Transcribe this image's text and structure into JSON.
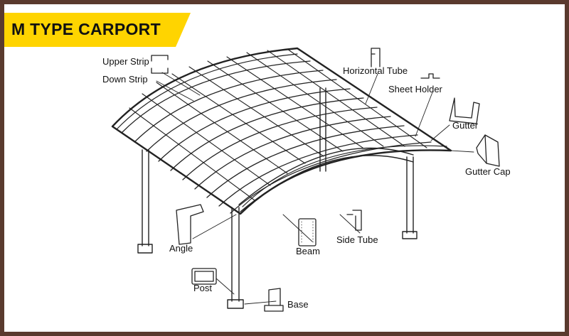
{
  "title": "M TYPE CARPORT",
  "colors": {
    "banner": "#ffd400",
    "border": "#5a3a2e",
    "line": "#222222"
  },
  "labels": {
    "upper_strip": "Upper Strip",
    "down_strip": "Down Strip",
    "horizontal_tube": "Horizontal Tube",
    "sheet_holder": "Sheet Holder",
    "gutter": "Gutter",
    "gutter_cap": "Gutter Cap",
    "angle": "Angle",
    "beam": "Beam",
    "side_tube": "Side Tube",
    "post": "Post",
    "base": "Base"
  }
}
